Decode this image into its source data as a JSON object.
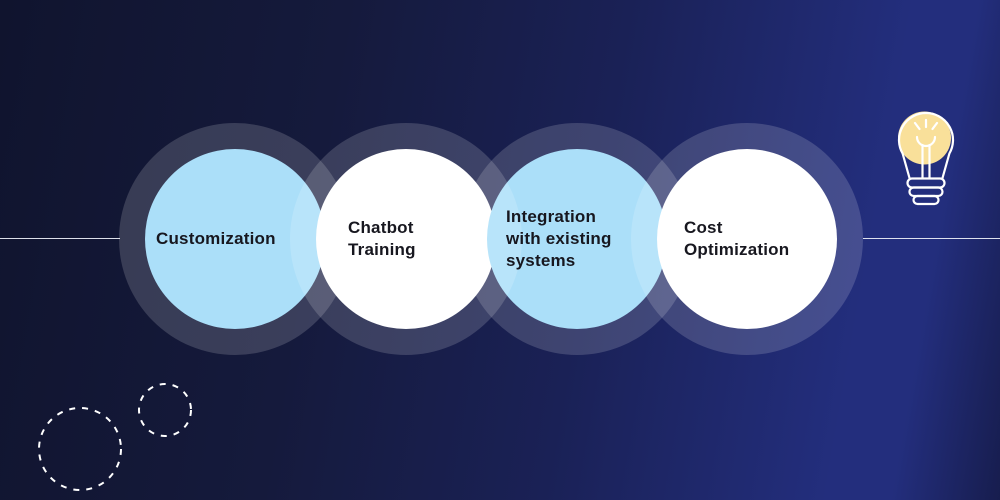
{
  "background": {
    "top_left": "#10142E",
    "left_mid": "#151A3C",
    "center": "#1A2156",
    "bright": "#232E7D",
    "right_edge": "#171D4E"
  },
  "divider_line": {
    "color": "rgba(238,241,248,0.92)"
  },
  "halo_color": "rgba(255,255,255,0.16)",
  "text_color": "#17171F",
  "circles": [
    {
      "label": "Customization",
      "fill": "#9BD9F8"
    },
    {
      "label": "Chatbot\nTraining",
      "fill": "#FFFFFF"
    },
    {
      "label": "Integration\nwith existing\nsystems",
      "fill": "#9BD9F8"
    },
    {
      "label": "Cost\nOptimization",
      "fill": "#FFFFFF"
    }
  ],
  "lightbulb_icon": {
    "outline_color": "#FFFFFF",
    "glow_color": "#F9E09A"
  },
  "dashed_circles": {
    "stroke_color": "#FFFFFF"
  }
}
